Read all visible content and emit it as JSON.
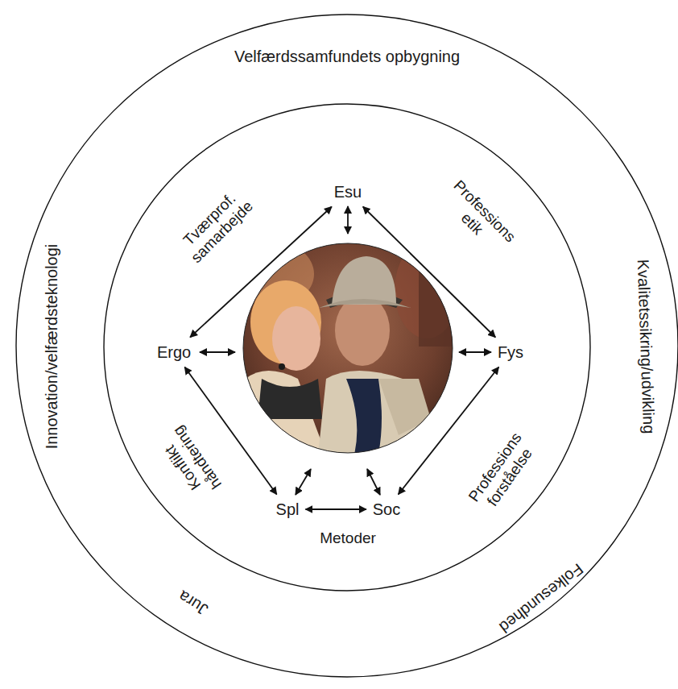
{
  "diagram": {
    "nodes": [
      {
        "text": [
          "Velfærdssamfundets opbygning",
          "Kvalitetssikring/udvikling",
          "Folkesundhed",
          "Jura",
          "Innovation/velfærdsteknologi"
        ]
      },
      {
        "text": [
          "Tværprof. samarbejde",
          "Professions etik",
          "Professions forståelse",
          "Metoder",
          "Konflikt håndtering"
        ],
        "in": 0
      },
      {
        "text": [
          "Esu"
        ],
        "in": 1
      },
      {
        "text": [
          "Ergo"
        ],
        "in": 1
      },
      {
        "text": [
          "Fys"
        ],
        "in": 1
      },
      {
        "text": [
          "Spl"
        ],
        "in": 1
      },
      {
        "text": [
          "Soc"
        ],
        "in": 1
      }
    ],
    "edges": [
      {
        "from": 2,
        "to": 3,
        "arrow": "both"
      },
      {
        "from": 2,
        "to": 4,
        "arrow": "both"
      },
      {
        "from": 3,
        "to": 5,
        "arrow": "both"
      },
      {
        "from": 4,
        "to": 6,
        "arrow": "both"
      },
      {
        "from": 5,
        "to": 6,
        "arrow": "both"
      }
    ]
  }
}
